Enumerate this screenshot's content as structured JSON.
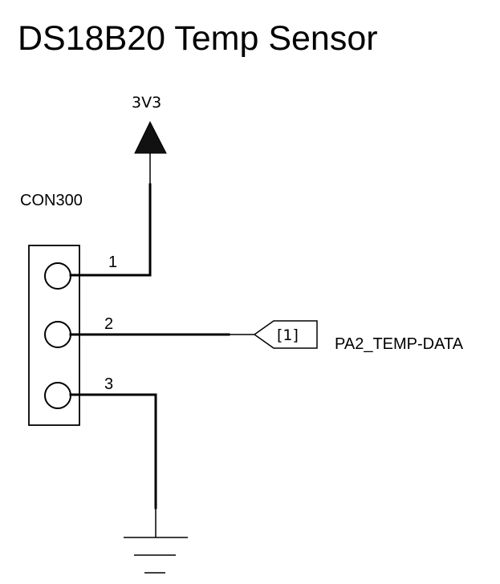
{
  "title": "DS18B20 Temp Sensor",
  "power": {
    "net": "3V3"
  },
  "connector": {
    "ref": "CON300",
    "pins": [
      "1",
      "2",
      "3"
    ]
  },
  "port": {
    "sheet_ref": "[1]",
    "net": "PA2_TEMP-DATA"
  }
}
